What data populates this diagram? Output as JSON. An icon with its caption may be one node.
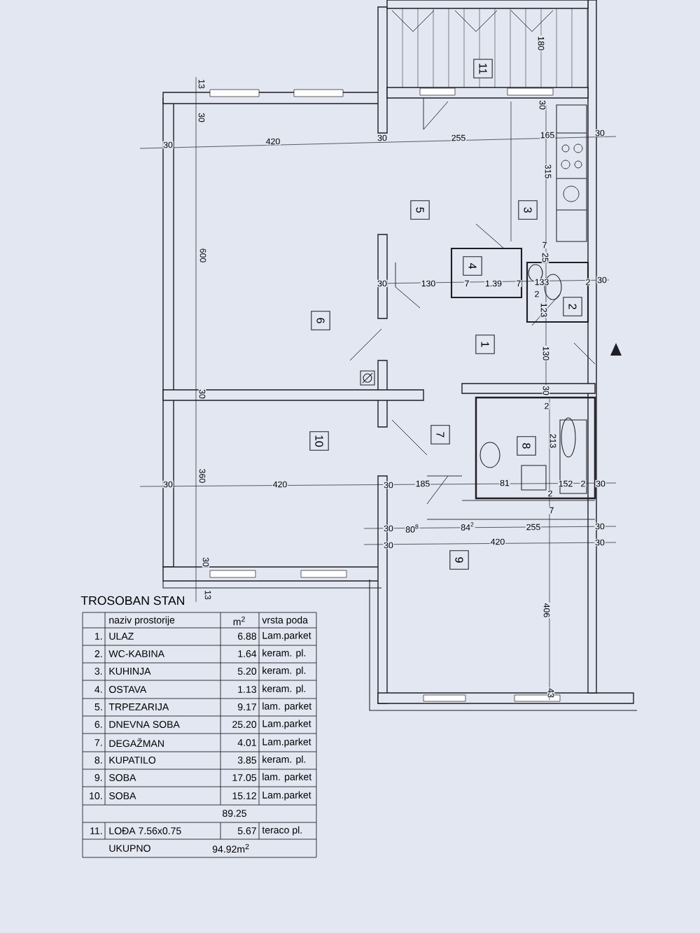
{
  "diagram": {
    "title": "TROSOBAN STAN",
    "nodes": [
      {
        "text": [
          "11"
        ]
      },
      {
        "text": [
          "5"
        ]
      },
      {
        "text": [
          "3"
        ]
      },
      {
        "text": [
          "4"
        ]
      },
      {
        "text": [
          "2"
        ]
      },
      {
        "text": [
          "6"
        ]
      },
      {
        "text": [
          "1"
        ]
      },
      {
        "text": [
          "10"
        ]
      },
      {
        "text": [
          "7"
        ]
      },
      {
        "text": [
          "8"
        ]
      },
      {
        "text": [
          "9"
        ]
      }
    ],
    "labels": [
      "180",
      "13",
      "30",
      "30",
      "30",
      "420",
      "30",
      "255",
      "165",
      "30",
      "315",
      "600",
      "7",
      "25",
      "30",
      "130",
      "7",
      "1.39",
      "7",
      "133",
      "2",
      "30",
      "2",
      "123",
      "130",
      "30",
      "30",
      "2",
      "213",
      "360",
      "30",
      "420",
      "30",
      "185",
      "81",
      "152",
      "2",
      "30",
      "2",
      "7",
      "30",
      "80$^{8}$",
      "84$^{2}$",
      "255",
      "30",
      "30",
      "420",
      "30",
      "30",
      "13",
      "406",
      "43",
      "naziv prostorije",
      "m$^{2}$",
      "vrsta poda",
      "1.",
      "ULAZ",
      "6.88",
      "Lam.parket",
      "2.",
      "WC-KABINA",
      "1.64",
      "keram. pl.",
      "3.",
      "KUHINJA",
      "5.20",
      "keram. pl.",
      "4.",
      "OSTAVA",
      "1.13",
      "keram. pl.",
      "5.",
      "TRPEZARIJA",
      "9.17",
      "lam. parket",
      "6.",
      "DNEVNA SOBA",
      "25.20",
      "Lam.parket",
      "7.",
      "DEGAŽMAN",
      "4.01",
      "Lam.parket",
      "8.",
      "KUPATILO",
      "3.85",
      "keram. pl.",
      "9.",
      "SOBA",
      "17.05",
      "lam. parket",
      "10.",
      "SOBA",
      "15.12",
      "Lam.parket",
      "89.25",
      "11.",
      "LOĐA 7.56x0.75",
      "5.67",
      "teraco pl.",
      "UKUPNO",
      "94.92m$^{2}$"
    ]
  }
}
